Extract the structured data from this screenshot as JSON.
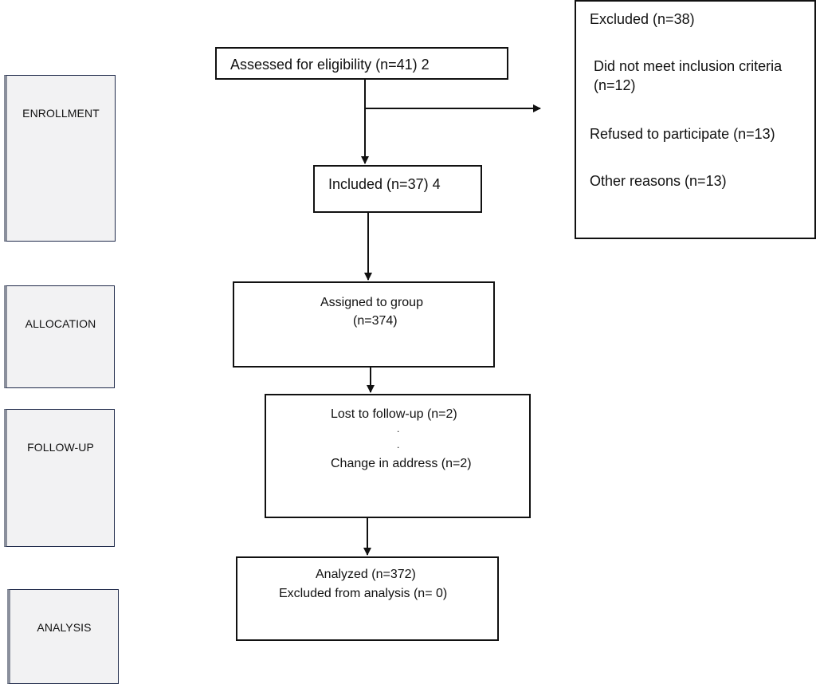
{
  "stages": [
    {
      "id": "enrollment",
      "label": "ENROLLMENT"
    },
    {
      "id": "allocation",
      "label": "ALLOCATION"
    },
    {
      "id": "followup",
      "label": "FOLLOW-UP"
    },
    {
      "id": "analysis",
      "label": "ANALYSIS"
    }
  ],
  "assessed": {
    "text": "Assessed for eligibility  (n=41) 2"
  },
  "excluded": {
    "title": "Excluded (n=38)",
    "reason1_line1": "Did not meet inclusion criteria",
    "reason1_line2": "(n=12)",
    "reason2": "Refused to participate (n=13)",
    "reason3": "Other reasons (n=13)"
  },
  "included": {
    "text": "Included (n=37) 4"
  },
  "assigned": {
    "line1": "Assigned to group",
    "line2": "(n=374)"
  },
  "followup": {
    "line1": "Lost to follow-up   (n=2)",
    "dot1": ".",
    "dot2": ".",
    "line2": "Change in address  (n=2)"
  },
  "analyzed": {
    "line1": "Analyzed   (n=372)",
    "line2": "Excluded from analysis   (n= 0)"
  }
}
